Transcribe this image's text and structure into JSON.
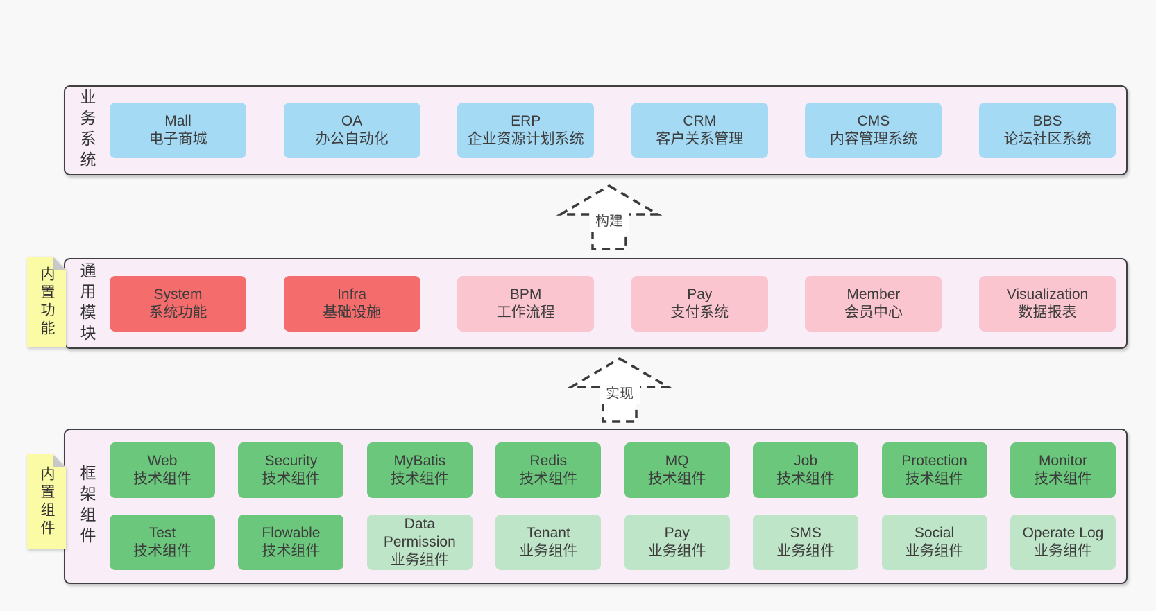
{
  "page": {
    "background": "#f8f8f8"
  },
  "colors": {
    "blue": "#a5daf4",
    "red": "#f56c6c",
    "pink": "#fac5cf",
    "green": "#6bc77c",
    "light_green": "#bfe5c8",
    "tag_yellow": "#fbfba6",
    "tag_fold_gray": "#c8c8c8",
    "layer_background": "#f9eef7",
    "layer_border": "#404040"
  },
  "arrows": [
    {
      "label": "构建"
    },
    {
      "label": "实现"
    }
  ],
  "layers": [
    {
      "id": "business",
      "label": "业务系统",
      "tag": null,
      "rows": [
        [
          {
            "name": "Mall",
            "desc": "电子商城",
            "color": "blue"
          },
          {
            "name": "OA",
            "desc": "办公自动化",
            "color": "blue"
          },
          {
            "name": "ERP",
            "desc": "企业资源计划系统",
            "color": "blue"
          },
          {
            "name": "CRM",
            "desc": "客户关系管理",
            "color": "blue"
          },
          {
            "name": "CMS",
            "desc": "内容管理系统",
            "color": "blue"
          },
          {
            "name": "BBS",
            "desc": "论坛社区系统",
            "color": "blue"
          }
        ]
      ]
    },
    {
      "id": "modules",
      "label": "通用模块",
      "tag": "内置功能",
      "rows": [
        [
          {
            "name": "System",
            "desc": "系统功能",
            "color": "red"
          },
          {
            "name": "Infra",
            "desc": "基础设施",
            "color": "red"
          },
          {
            "name": "BPM",
            "desc": "工作流程",
            "color": "pink"
          },
          {
            "name": "Pay",
            "desc": "支付系统",
            "color": "pink"
          },
          {
            "name": "Member",
            "desc": "会员中心",
            "color": "pink"
          },
          {
            "name": "Visualization",
            "desc": "数据报表",
            "color": "pink"
          }
        ]
      ]
    },
    {
      "id": "framework",
      "label": "框架组件",
      "tag": "内置组件",
      "rows": [
        [
          {
            "name": "Web",
            "desc": "技术组件",
            "color": "green"
          },
          {
            "name": "Security",
            "desc": "技术组件",
            "color": "green"
          },
          {
            "name": "MyBatis",
            "desc": "技术组件",
            "color": "green"
          },
          {
            "name": "Redis",
            "desc": "技术组件",
            "color": "green"
          },
          {
            "name": "MQ",
            "desc": "技术组件",
            "color": "green"
          },
          {
            "name": "Job",
            "desc": "技术组件",
            "color": "green"
          },
          {
            "name": "Protection",
            "desc": "技术组件",
            "color": "green"
          },
          {
            "name": "Monitor",
            "desc": "技术组件",
            "color": "green"
          }
        ],
        [
          {
            "name": "Test",
            "desc": "技术组件",
            "color": "green"
          },
          {
            "name": "Flowable",
            "desc": "技术组件",
            "color": "green"
          },
          {
            "name": "Data Permission",
            "desc": "业务组件",
            "color": "light_green"
          },
          {
            "name": "Tenant",
            "desc": "业务组件",
            "color": "light_green"
          },
          {
            "name": "Pay",
            "desc": "业务组件",
            "color": "light_green"
          },
          {
            "name": "SMS",
            "desc": "业务组件",
            "color": "light_green"
          },
          {
            "name": "Social",
            "desc": "业务组件",
            "color": "light_green"
          },
          {
            "name": "Operate Log",
            "desc": "业务组件",
            "color": "light_green"
          }
        ]
      ]
    }
  ]
}
